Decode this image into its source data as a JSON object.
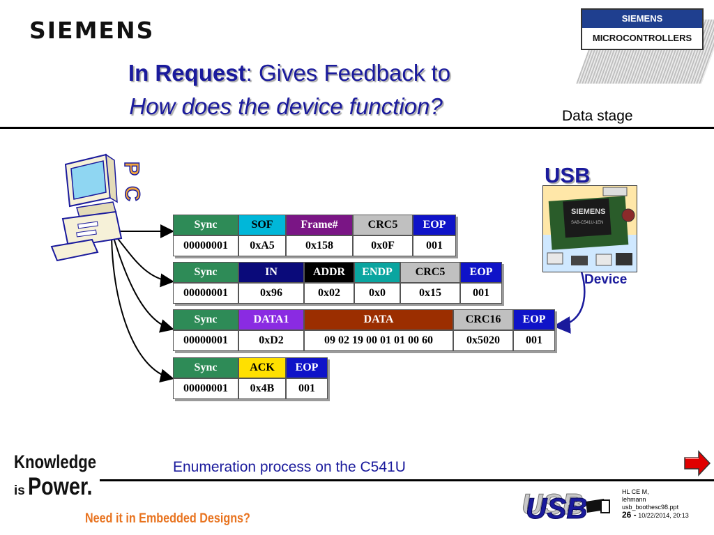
{
  "header": {
    "logo_text": "SIEMENS",
    "badge_top": "SIEMENS",
    "badge_bottom": "MICROCONTROLLERS",
    "title_bold": "In Request",
    "title_rest": ": Gives Feedback to",
    "subtitle": "How does the device function?",
    "stage_label": "Data stage"
  },
  "diagram": {
    "host_label": "PC",
    "usb_label": "USB",
    "device_label": "Device",
    "packets": [
      {
        "headers": [
          "Sync",
          "SOF",
          "Frame#",
          "CRC5",
          "EOP"
        ],
        "values": [
          "00000001",
          "0xA5",
          "0x158",
          "0x0F",
          "001"
        ]
      },
      {
        "headers": [
          "Sync",
          "IN",
          "ADDR",
          "ENDP",
          "CRC5",
          "EOP"
        ],
        "values": [
          "00000001",
          "0x96",
          "0x02",
          "0x0",
          "0x15",
          "001"
        ]
      },
      {
        "headers": [
          "Sync",
          "DATA1",
          "DATA",
          "CRC16",
          "EOP"
        ],
        "values": [
          "00000001",
          "0xD2",
          "09 02 19 00 01 01 00 60",
          "0x5020",
          "001"
        ]
      },
      {
        "headers": [
          "Sync",
          "ACK",
          "EOP"
        ],
        "values": [
          "00000001",
          "0x4B",
          "001"
        ]
      }
    ]
  },
  "footer": {
    "caption": "Enumeration process on the C541U",
    "kip_line1": "Knowledge",
    "kip_line2a": "is",
    "kip_line2b": "Power.",
    "tagline": "Need it in Embedded Designs?",
    "meta_line1": "HL CE M,",
    "meta_line2": "lehmann",
    "meta_line3": "usb_boothesc98.ppt",
    "page_number": "26 -",
    "date": "10/22/2014, 20:13",
    "usb_logo_text": "USB"
  },
  "colors": {
    "title_blue": "#1a1a9c",
    "sync_green": "#2e8b57",
    "eop_blue": "#0f13c8",
    "accent_orange": "#e8731f",
    "arrow_red": "#e00000"
  },
  "icons": [
    "pc-computer-icon",
    "usb-device-photo-icon",
    "next-slide-arrow-icon"
  ]
}
